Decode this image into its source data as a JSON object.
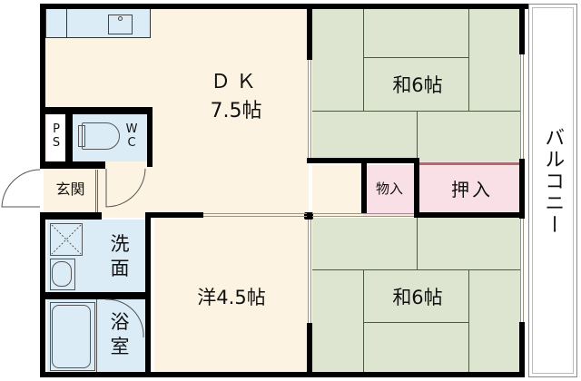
{
  "floorplan": {
    "colors": {
      "wall": "#000000",
      "dk_floor": "#fdf3e2",
      "tatami": "#dde5d0",
      "tatami_line": "#4a5a40",
      "wet_area": "#dcecf6",
      "closet": "#f8e0e6",
      "closet_rail": "#b06a6a",
      "sash": "#9a9480",
      "balcony": "#ffffff"
    },
    "rooms": {
      "dk": {
        "label_line1": "ＤＫ",
        "label_line2": "7.5帖"
      },
      "washitsu_top": {
        "label": "和6帖"
      },
      "washitsu_bottom": {
        "label": "和6帖"
      },
      "yoshitsu": {
        "label": "洋4.5帖"
      },
      "entrance": {
        "label": "玄関"
      },
      "ps": {
        "label": "P\nS"
      },
      "wc": {
        "label": "W\nC"
      },
      "washroom": {
        "label": "洗\n面"
      },
      "bathroom": {
        "label": "浴\n室"
      },
      "storage": {
        "label": "物入"
      },
      "oshiire": {
        "label": "押入"
      },
      "balcony": {
        "label": "バルコニー"
      }
    }
  }
}
